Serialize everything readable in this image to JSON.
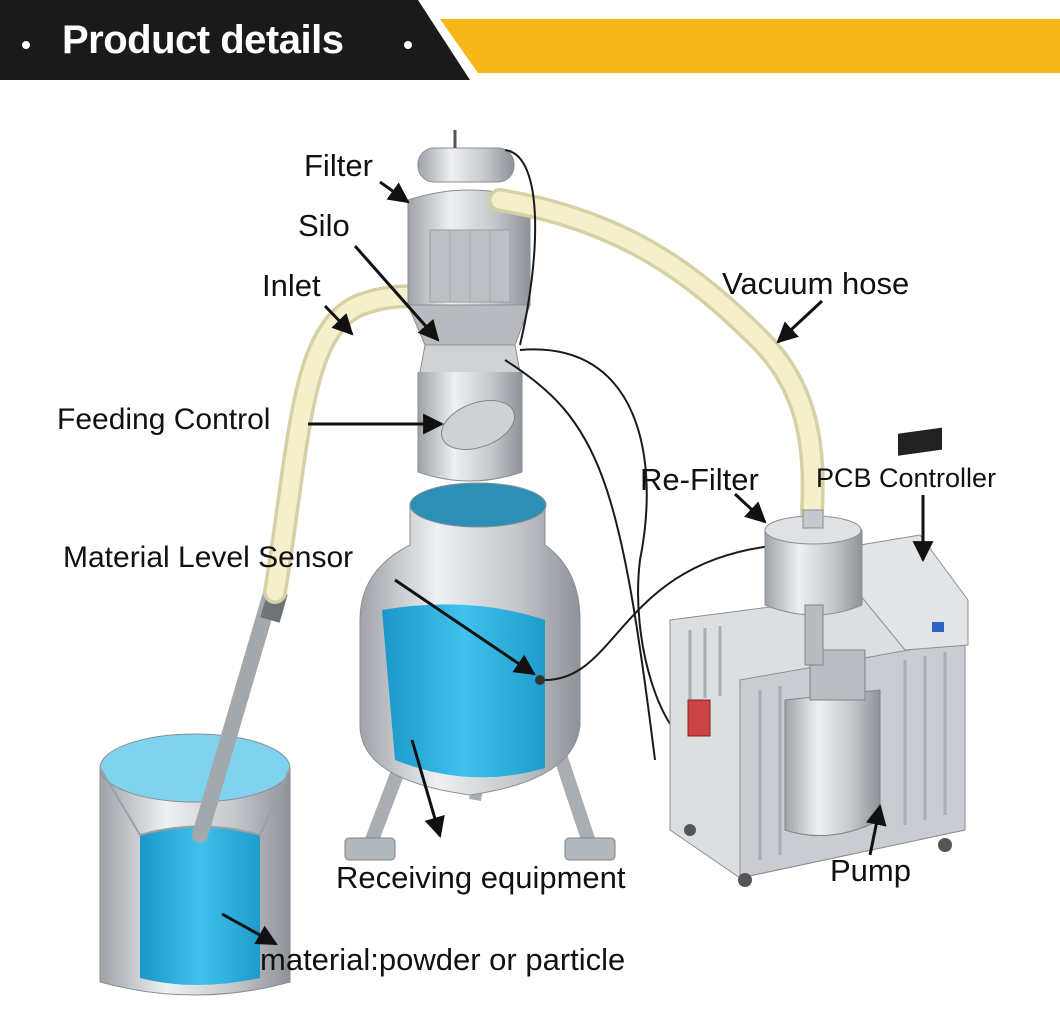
{
  "banner": {
    "title": "Product details",
    "dark_color": "#1a1a1a",
    "accent_color": "#f7b719"
  },
  "labels": {
    "filter": "Filter",
    "silo": "Silo",
    "inlet": "Inlet",
    "vacuum_hose": "Vacuum hose",
    "feeding_control": "Feeding Control",
    "re_filter": "Re-Filter",
    "pcb_controller": "PCB Controller",
    "material_level_sensor": "Material Level Sensor",
    "receiving_equipment": "Receiving equipment",
    "pump": "Pump",
    "material": "material:powder or particle"
  },
  "colors": {
    "steel": "#c9ccd0",
    "liquid": "#2fb6e3",
    "hose": "#f1edc6"
  }
}
